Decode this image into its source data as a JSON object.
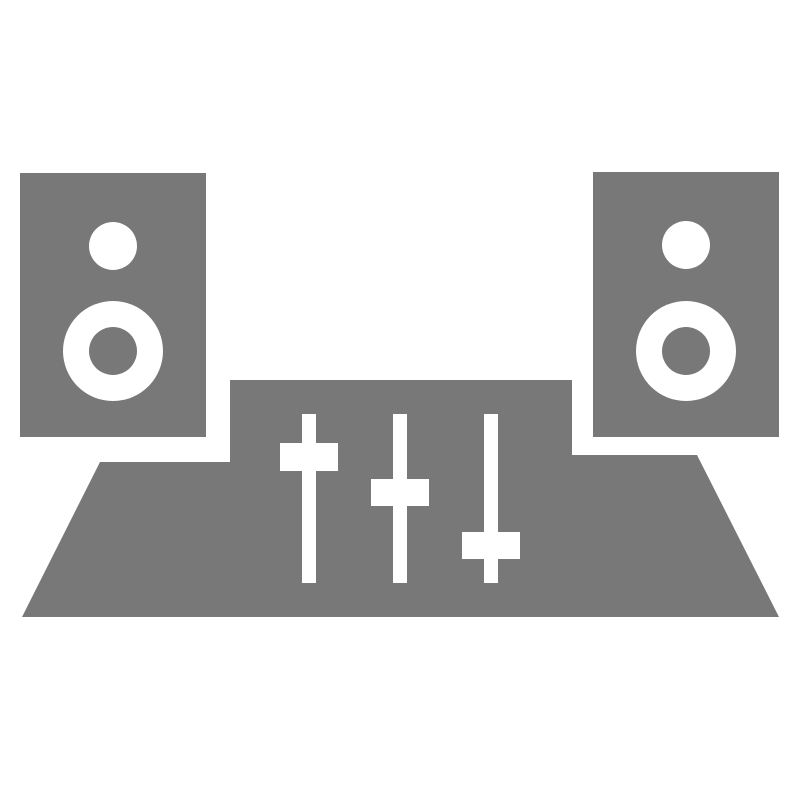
{
  "icon": {
    "name": "dj-mixer-with-speakers-icon",
    "colors": {
      "fill": "#787878",
      "background": "#ffffff"
    },
    "parts": [
      "left-speaker",
      "right-speaker",
      "mixer-desk",
      "fader-1",
      "fader-2",
      "fader-3"
    ]
  }
}
